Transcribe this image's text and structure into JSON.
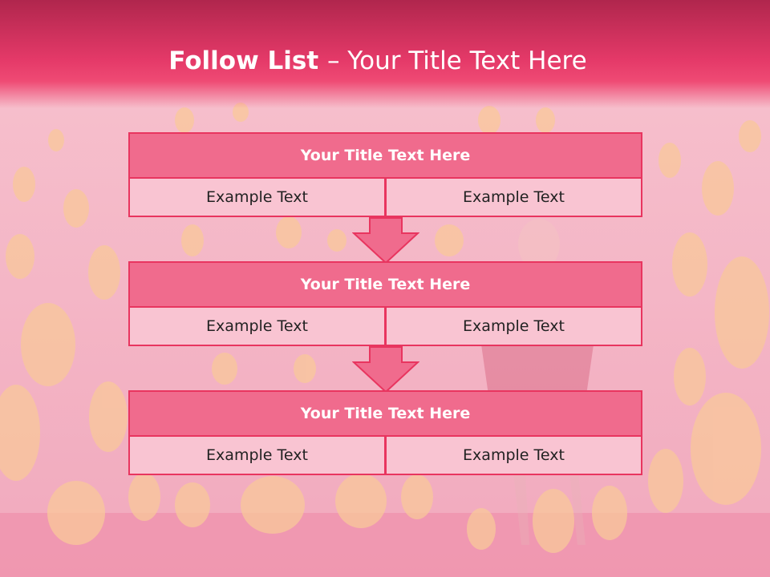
{
  "title": {
    "bold": "Follow List ",
    "rest": " – Your Title Text Here"
  },
  "steps": [
    {
      "title": "Your Title Text Here",
      "left": "Example Text",
      "right": "Example Text"
    },
    {
      "title": "Your Title Text Here",
      "left": "Example Text",
      "right": "Example Text"
    },
    {
      "title": "Your Title Text Here",
      "left": "Example Text",
      "right": "Example Text"
    }
  ],
  "colors": {
    "accent": "#e8355f",
    "card_title_fill": "#f06b8d",
    "cell_fill": "#f9c4d2",
    "background": "#f5b9c8"
  }
}
